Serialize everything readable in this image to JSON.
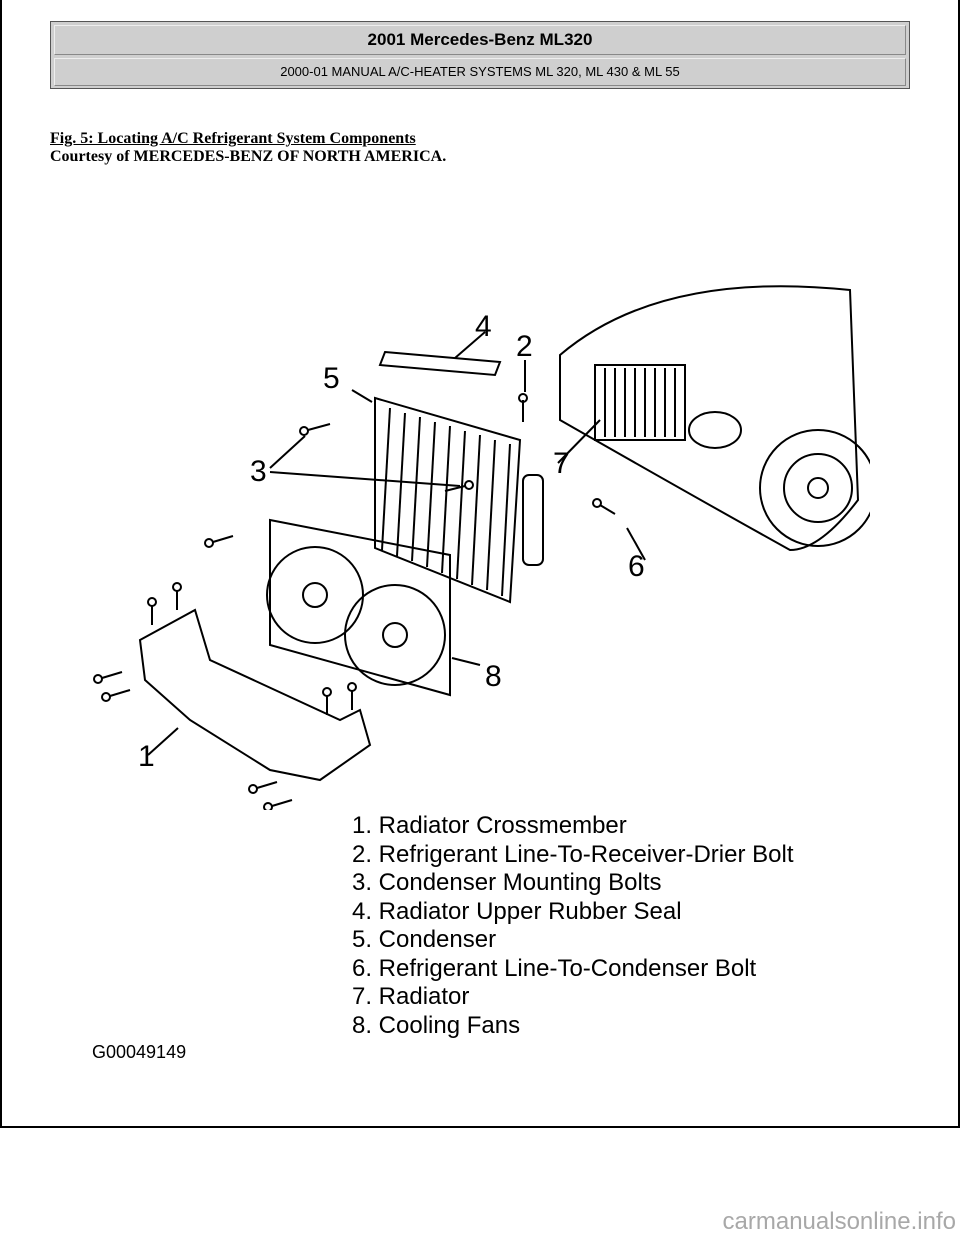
{
  "header": {
    "title": "2001 Mercedes-Benz ML320",
    "subtitle": "2000-01 MANUAL A/C-HEATER SYSTEMS ML 320, ML 430 & ML 55"
  },
  "figure": {
    "caption": "Fig. 5: Locating A/C Refrigerant System Components",
    "courtesy": "Courtesy of MERCEDES-BENZ OF NORTH AMERICA."
  },
  "callouts": [
    "1",
    "2",
    "3",
    "4",
    "5",
    "6",
    "7",
    "8"
  ],
  "legend": [
    "1. Radiator Crossmember",
    "2. Refrigerant Line-To-Receiver-Drier Bolt",
    "3. Condenser Mounting Bolts",
    "4. Radiator Upper Rubber Seal",
    "5. Condenser",
    "6. Refrigerant Line-To-Condenser Bolt",
    "7. Radiator",
    "8. Cooling Fans"
  ],
  "image_id": "G00049149",
  "watermark": "carmanualsonline.info"
}
